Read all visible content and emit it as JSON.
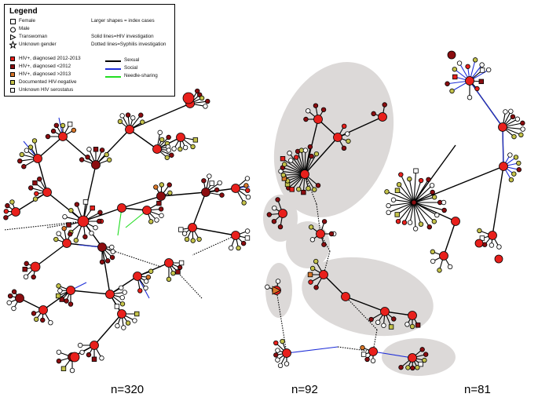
{
  "legend": {
    "title": "Legend",
    "shapes": [
      {
        "label": "Female",
        "icon": "square-icon"
      },
      {
        "label": "Male",
        "icon": "circle-icon"
      },
      {
        "label": "Transwoman",
        "icon": "triangle-icon"
      },
      {
        "label": "Unknown gender",
        "icon": "star-icon"
      }
    ],
    "notes": [
      "Larger shapes = index cases",
      "Solid lines=HIV investigation",
      "Dotted lines=Syphilis investigation"
    ],
    "status": [
      {
        "label": "HIV+, diagnosed 2012-2013",
        "color": "#e8201c"
      },
      {
        "label": "HIV+, diagnosed <2012",
        "color": "#8b0d10"
      },
      {
        "label": "HIV+, diagnosed >2013",
        "color": "#d9772a"
      },
      {
        "label": "Documented HIV-negative",
        "color": "#c4c24a"
      },
      {
        "label": "Unknown HIV serostatus",
        "color": "#ffffff"
      }
    ],
    "relationships": [
      {
        "label": "Sexual",
        "color": "#000000"
      },
      {
        "label": "Social",
        "color": "#1f2fd8"
      },
      {
        "label": "Needle-sharing",
        "color": "#22dd22"
      }
    ]
  },
  "networks": [
    {
      "label": "n=320"
    },
    {
      "label": "n=92"
    },
    {
      "label": "n=81"
    }
  ]
}
